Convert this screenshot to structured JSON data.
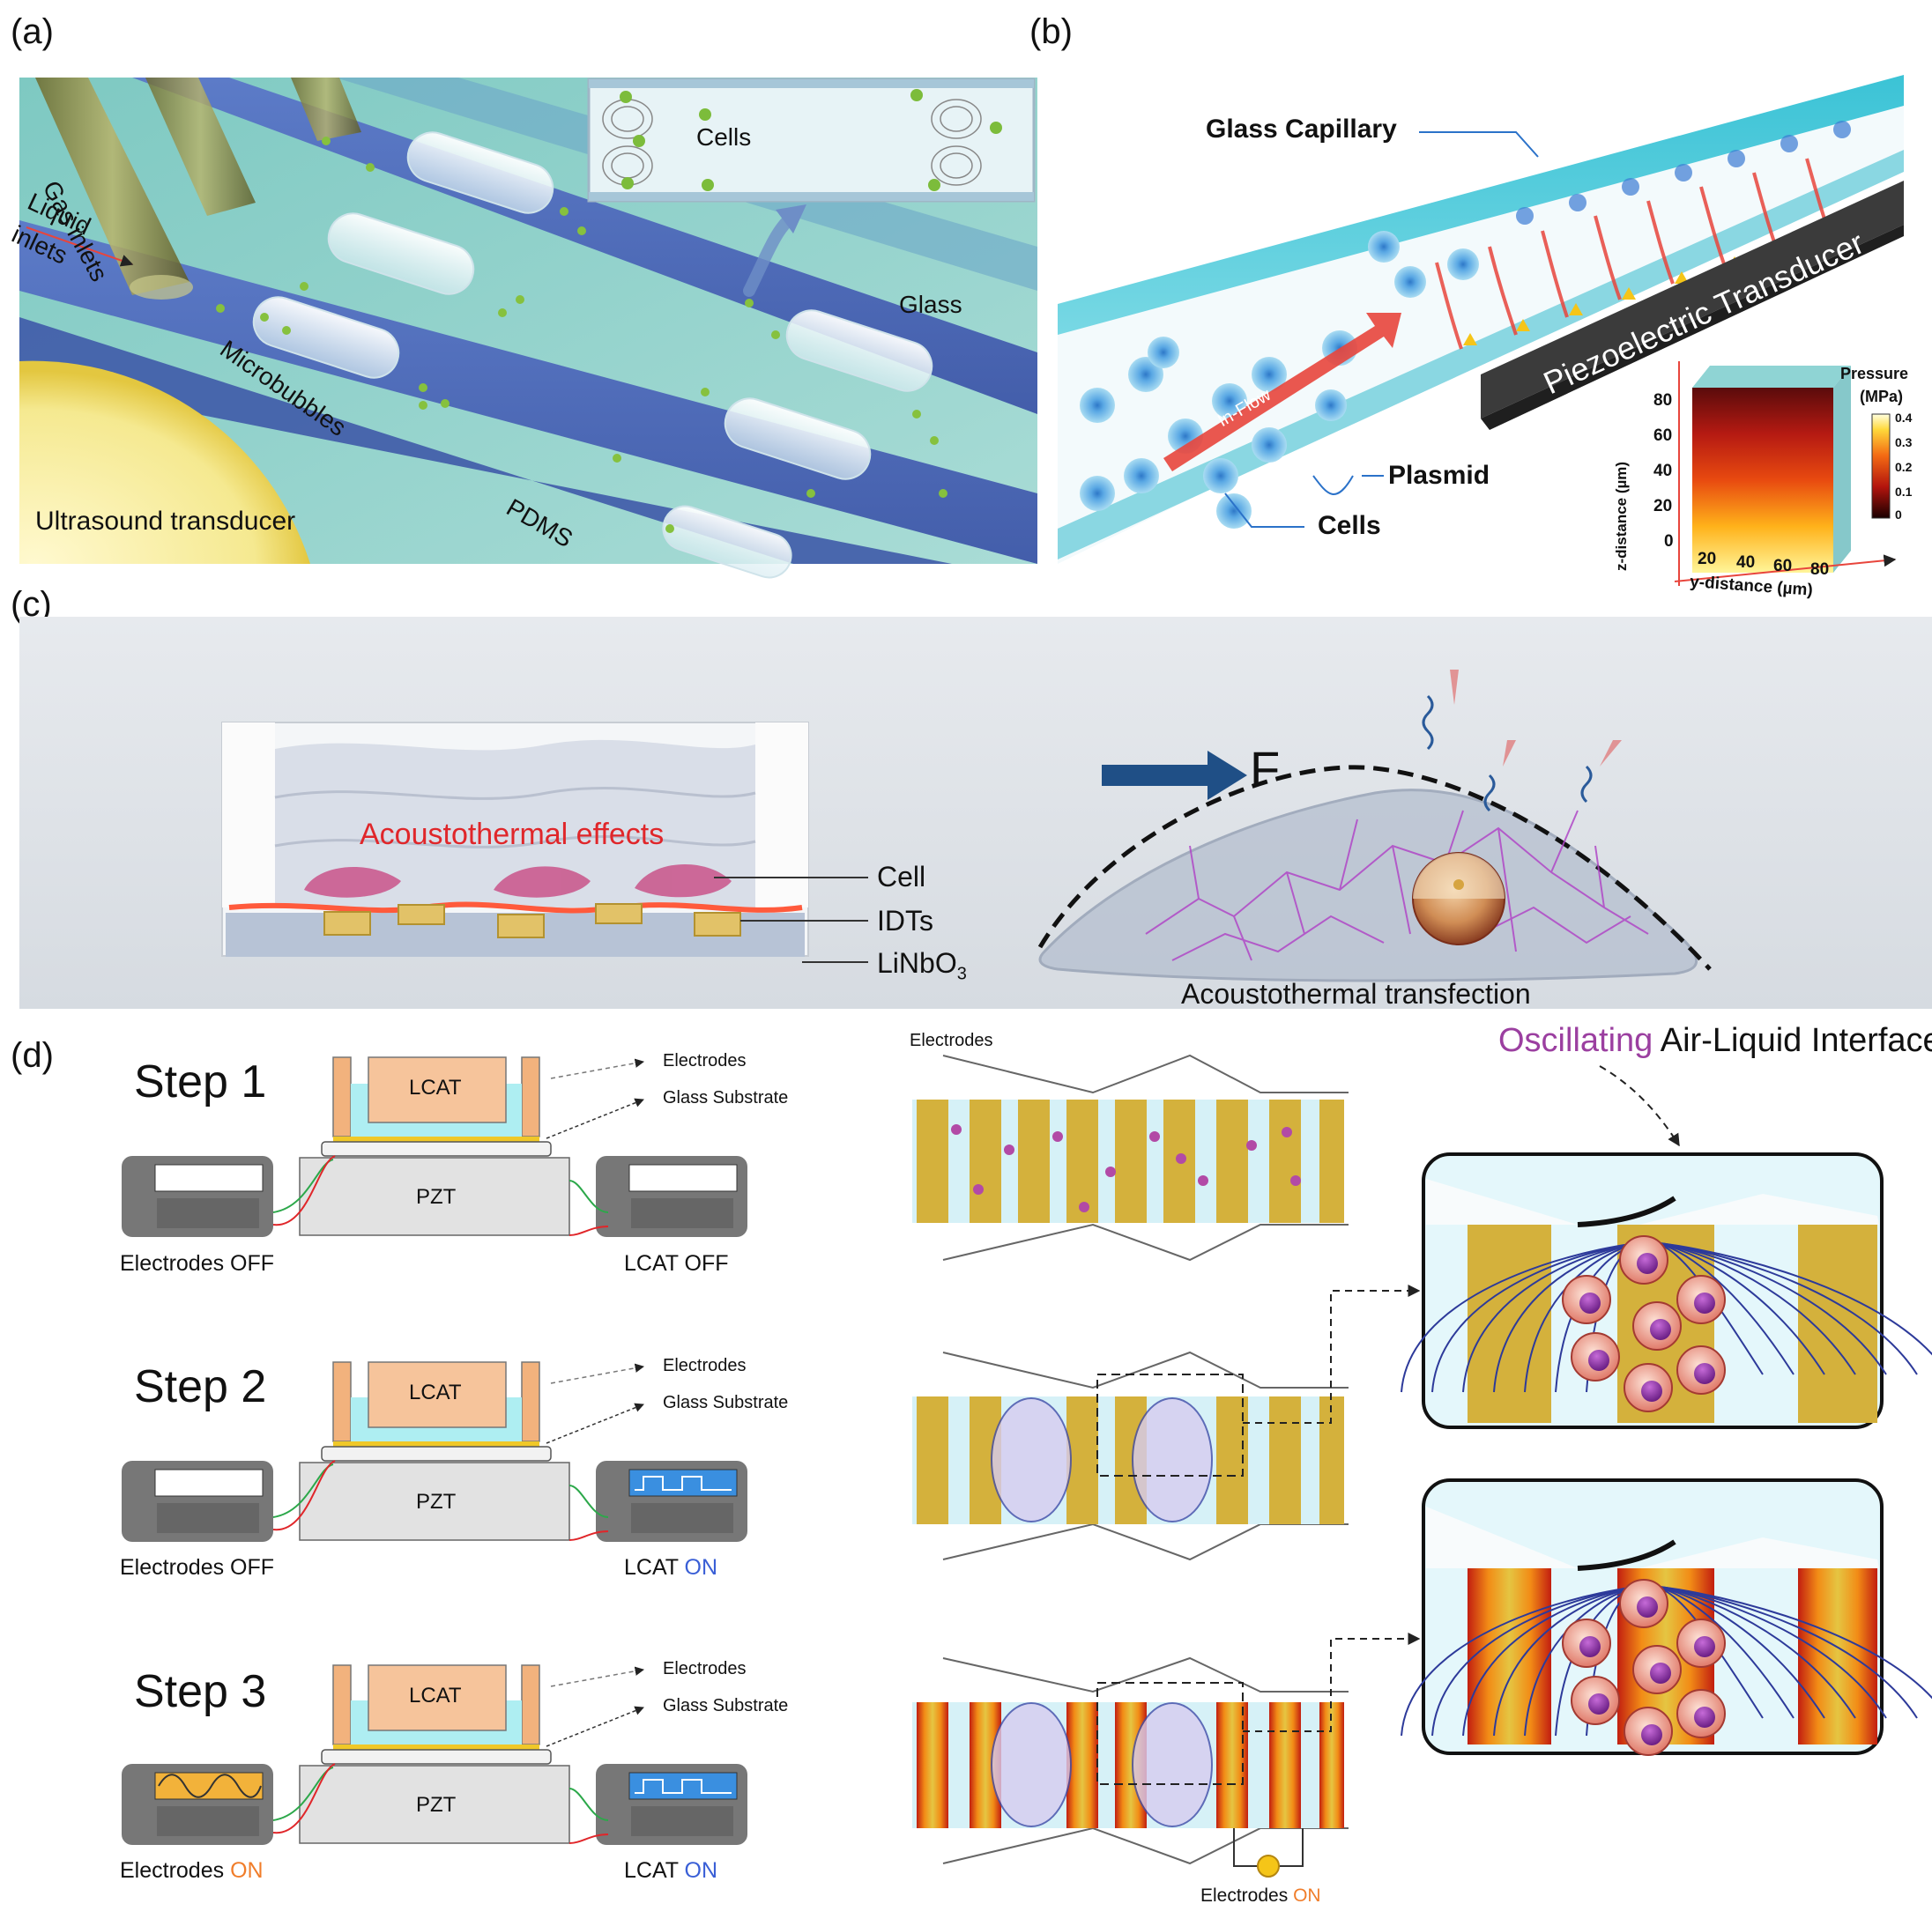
{
  "panels": {
    "a": {
      "label": "(a)",
      "inset_cells": "Cells",
      "gas_inlets": "Gas inlets",
      "liquid_inlets_1": "Liquid",
      "liquid_inlets_2": "inlets",
      "glass": "Glass",
      "microbubbles": "Microbubbles",
      "pdms": "PDMS",
      "transducer": "Ultrasound transducer"
    },
    "b": {
      "label": "(b)",
      "glass_capillary": "Glass Capillary",
      "piezo": "Piezoelectric Transducer",
      "in_flow": "In-Flow",
      "plasmid": "Plasmid",
      "cells": "Cells",
      "pressure_title_1": "Pressure",
      "pressure_title_2": "(MPa)",
      "pressure_ticks": [
        "0.4",
        "0.3",
        "0.2",
        "0.1",
        "0"
      ],
      "z_label": "z-distance (µm)",
      "z_ticks": [
        "80",
        "60",
        "40",
        "20",
        "0"
      ],
      "y_label": "y-distance (µm)",
      "y_ticks": [
        "20",
        "40",
        "60",
        "80"
      ]
    },
    "c": {
      "label": "(c)",
      "acoustothermal_effects": "Acoustothermal effects",
      "cell": "Cell",
      "idts": "IDTs",
      "linbo3": "LiNbO",
      "linbo3_sub": "3",
      "force": "F",
      "transfection": "Acoustothermal transfection"
    },
    "d": {
      "label": "(d)",
      "steps": [
        {
          "title": "Step 1",
          "left_status": "Electrodes OFF",
          "left_state": "",
          "right_status": "LCAT OFF",
          "right_state": ""
        },
        {
          "title": "Step 2",
          "left_status": "Electrodes OFF",
          "left_state": "",
          "right_status": "LCAT ",
          "right_state": "ON"
        },
        {
          "title": "Step 3",
          "left_status": "Electrodes ",
          "left_state": "ON",
          "right_status": "LCAT ",
          "right_state": "ON"
        }
      ],
      "lcat": "LCAT",
      "pzt": "PZT",
      "electrodes_callout": "Electrodes",
      "glass_callout": "Glass Substrate",
      "top_electrodes": "Electrodes",
      "oscillating": "Oscillating",
      "air_liquid": " Air-Liquid Interface",
      "bottom_electrodes": "Electrodes ",
      "bottom_on": "ON"
    }
  },
  "colors": {
    "teal": "#7cc7c4",
    "blue_channel": "#4a64b5",
    "red_arrow": "#e8453c",
    "orange_on": "#f07d2a",
    "blue_on": "#3a5fd6",
    "purple": "#9b3fa0",
    "gold": "#d4b13c",
    "cyan_light": "#d6f1f7"
  }
}
